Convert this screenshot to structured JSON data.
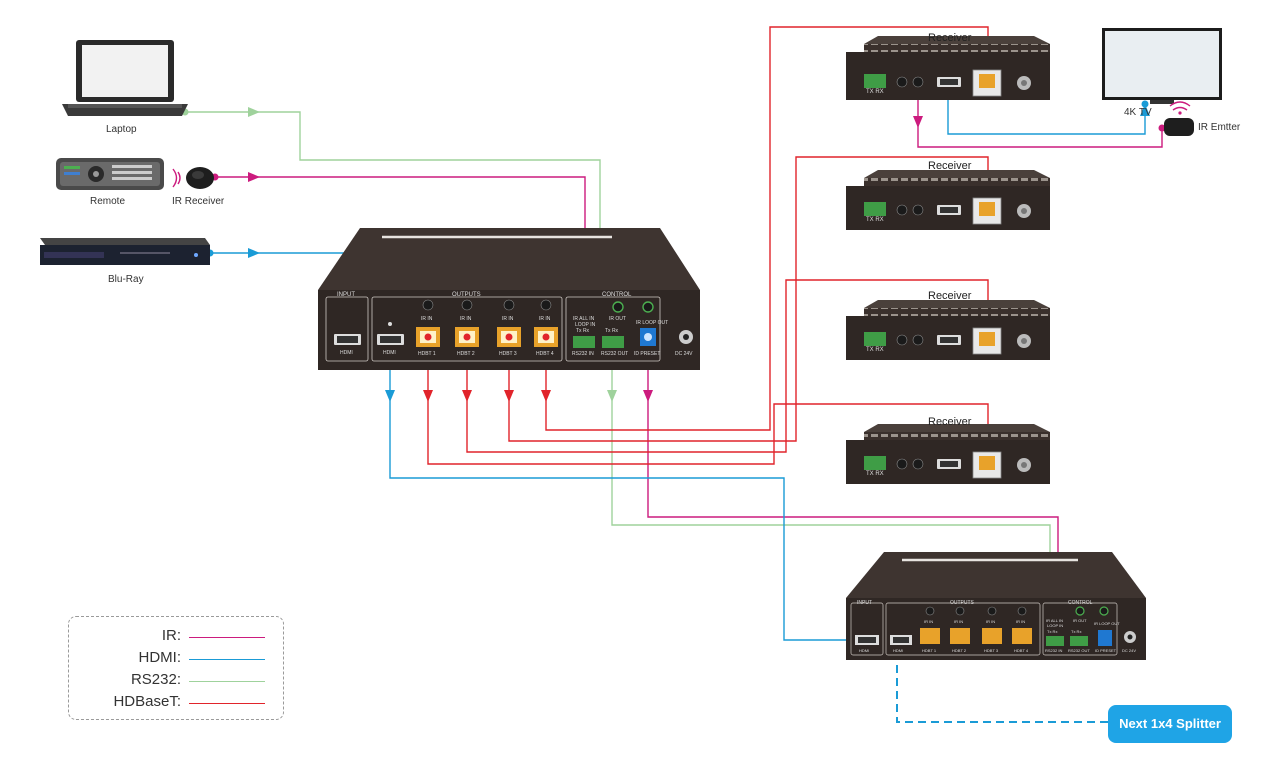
{
  "devices": {
    "laptop": "Laptop",
    "remote": "Remote",
    "ir_receiver": "IR Receiver",
    "bluray": "Blu-Ray",
    "tv": "4K TV",
    "ir_emitter": "IR Emtter",
    "receiver_title": "Receiver"
  },
  "receivers": [
    {
      "title": "Receiver",
      "txrx": "TX RX"
    },
    {
      "title": "Receiver",
      "txrx": "TX RX"
    },
    {
      "title": "Receiver",
      "txrx": "TX RX"
    },
    {
      "title": "Receiver",
      "txrx": "TX RX"
    }
  ],
  "splitter_main": {
    "input_label": "INPUT",
    "outputs_label": "OUTPUTS",
    "control_label": "CONTROL",
    "hdmi_in_label": "HDMI",
    "hdmi_out_label": "HDMI",
    "ir_in_labels": [
      "IR IN",
      "IR IN",
      "IR IN",
      "IR IN"
    ],
    "hdbt_labels": [
      "HDBT 1",
      "HDBT 2",
      "HDBT 3",
      "HDBT 4"
    ],
    "ir_all_in": "IR ALL IN",
    "loop_in": "LOOP IN",
    "ir_out": "IR OUT",
    "ir_loop_out": "IR LOOP OUT",
    "txrx": "Tx Rx",
    "rs232_in": "RS232 IN",
    "rs232_out": "RS232 OUT",
    "id_preset": "ID PRESET",
    "dc": "DC 24V"
  },
  "splitter_second": {
    "input_label": "INPUT",
    "outputs_label": "OUTPUTS",
    "control_label": "CONTROL",
    "hdmi_in_label": "HDMI",
    "hdmi_out_label": "HDMI",
    "ir_in_labels": [
      "IR IN",
      "IR IN",
      "IR IN",
      "IR IN"
    ],
    "hdbt_labels": [
      "HDBT 1",
      "HDBT 2",
      "HDBT 3",
      "HDBT 4"
    ],
    "ir_all_in": "IR ALL IN",
    "loop_in": "LOOP IN",
    "ir_out": "IR OUT",
    "ir_loop_out": "IR LOOP OUT",
    "txrx": "Tx Rx",
    "rs232_in": "RS232 IN",
    "rs232_out": "RS232 OUT",
    "id_preset": "ID PRESET",
    "dc": "DC 24V"
  },
  "legend": {
    "items": [
      {
        "label": "IR:",
        "color": "#cc1b7e"
      },
      {
        "label": "HDMI:",
        "color": "#1a9bd6"
      },
      {
        "label": "RS232:",
        "color": "#9fd29c"
      },
      {
        "label": "HDBaseT:",
        "color": "#e1242b"
      }
    ]
  },
  "next_splitter": "Next 1x4 Splitter",
  "colors": {
    "ir": "#cc1b7e",
    "hdmi": "#1a9bd6",
    "rs232": "#9fd29c",
    "hdbaset": "#e1242b",
    "device_body": "#3a302c",
    "device_panel": "#2b2320",
    "accent_box": "#1fa4e6"
  }
}
